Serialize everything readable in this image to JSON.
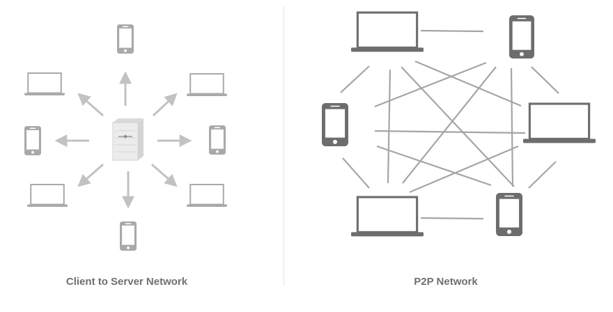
{
  "client_server": {
    "caption": "Client to Server Network",
    "server_icon": "server-icon",
    "clients": [
      {
        "kind": "phone",
        "direction": "up"
      },
      {
        "kind": "laptop",
        "direction": "up-right"
      },
      {
        "kind": "phone",
        "direction": "right"
      },
      {
        "kind": "laptop",
        "direction": "down-right"
      },
      {
        "kind": "phone",
        "direction": "down"
      },
      {
        "kind": "laptop",
        "direction": "down-left"
      },
      {
        "kind": "phone",
        "direction": "left"
      },
      {
        "kind": "laptop",
        "direction": "up-left"
      }
    ]
  },
  "p2p": {
    "caption": "P2P Network",
    "peers": [
      {
        "kind": "laptop",
        "position": "top-left"
      },
      {
        "kind": "phone",
        "position": "top-right"
      },
      {
        "kind": "phone",
        "position": "middle-left"
      },
      {
        "kind": "laptop",
        "position": "middle-right"
      },
      {
        "kind": "laptop",
        "position": "bottom-left"
      },
      {
        "kind": "phone",
        "position": "bottom-right"
      }
    ]
  },
  "colors": {
    "light_device": "#a9a9a9",
    "dark_device": "#6d6d6d",
    "arrow": "#c2c2c2",
    "link": "#a5a5a5",
    "caption": "#6f6f6f",
    "divider": "#e3e3e3",
    "server_body": "#e6e6e6"
  }
}
